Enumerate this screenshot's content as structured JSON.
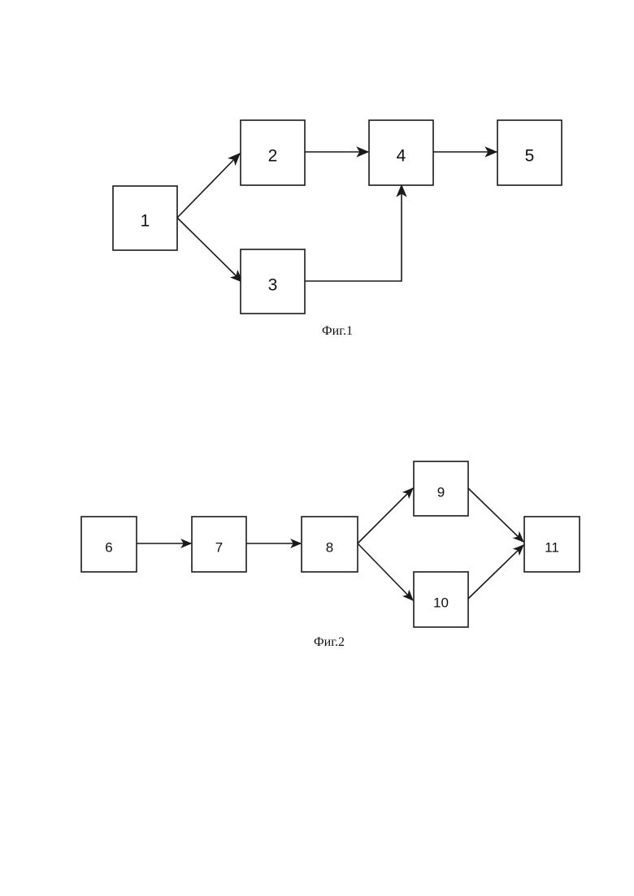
{
  "figures": [
    {
      "caption": "Фиг.1",
      "blocks": [
        {
          "id": "1",
          "label": "1"
        },
        {
          "id": "2",
          "label": "2"
        },
        {
          "id": "3",
          "label": "3"
        },
        {
          "id": "4",
          "label": "4"
        },
        {
          "id": "5",
          "label": "5"
        }
      ],
      "edges": [
        {
          "from": "1",
          "to": "2"
        },
        {
          "from": "1",
          "to": "3"
        },
        {
          "from": "2",
          "to": "4"
        },
        {
          "from": "3",
          "to": "4"
        },
        {
          "from": "4",
          "to": "5"
        }
      ]
    },
    {
      "caption": "Фиг.2",
      "blocks": [
        {
          "id": "6",
          "label": "6"
        },
        {
          "id": "7",
          "label": "7"
        },
        {
          "id": "8",
          "label": "8"
        },
        {
          "id": "9",
          "label": "9"
        },
        {
          "id": "10",
          "label": "10"
        },
        {
          "id": "11",
          "label": "11"
        }
      ],
      "edges": [
        {
          "from": "6",
          "to": "7"
        },
        {
          "from": "7",
          "to": "8"
        },
        {
          "from": "8",
          "to": "9"
        },
        {
          "from": "8",
          "to": "10"
        },
        {
          "from": "9",
          "to": "11"
        },
        {
          "from": "10",
          "to": "11"
        }
      ]
    }
  ]
}
